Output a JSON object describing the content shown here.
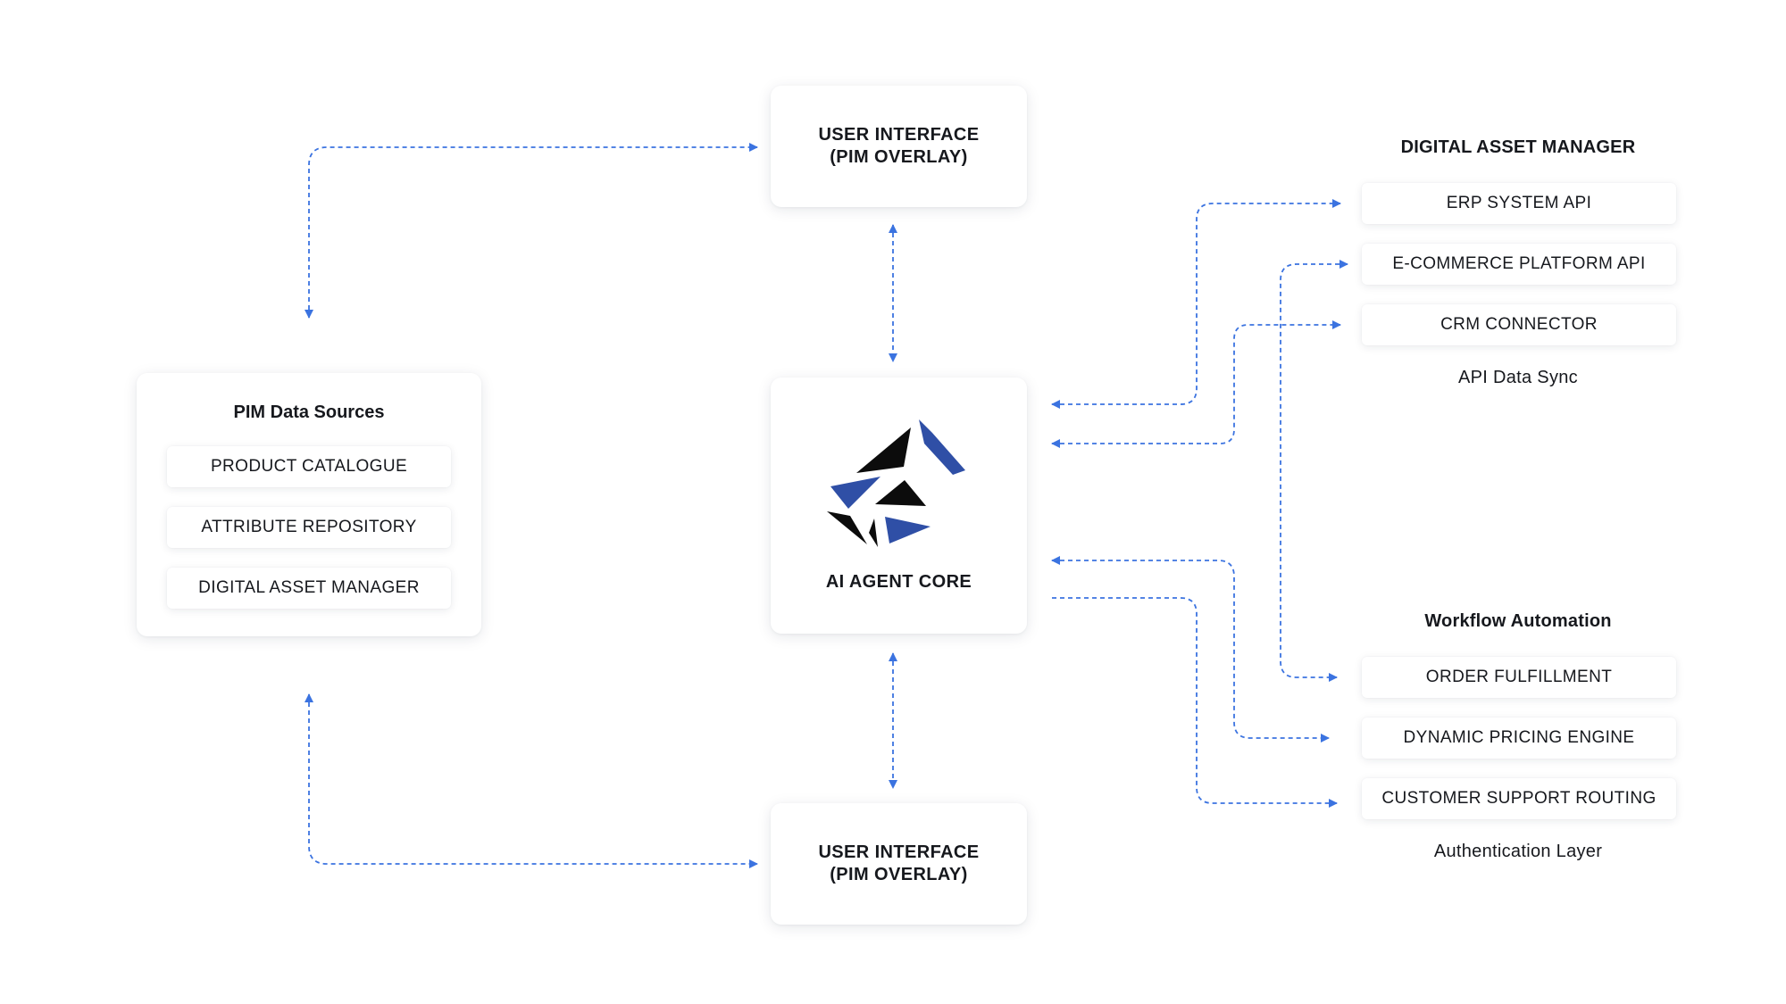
{
  "colors": {
    "connector": "#3b73e0",
    "brand_blue": "#2f4fa6",
    "brand_black": "#0c0c0c",
    "text": "#16181d"
  },
  "top_interface": {
    "line1": "USER INTERFACE",
    "line2": "(PIM OVERLAY)"
  },
  "bottom_interface": {
    "line1": "USER INTERFACE",
    "line2": "(PIM OVERLAY)"
  },
  "core": {
    "label": "AI AGENT CORE",
    "logo_icon": "shard-logo-icon"
  },
  "pim_sources": {
    "title": "PIM Data Sources",
    "items": [
      "PRODUCT CATALOGUE",
      "ATTRIBUTE REPOSITORY",
      "DIGITAL ASSET MANAGER"
    ]
  },
  "asset_manager": {
    "title": "DIGITAL ASSET MANAGER",
    "items": [
      "ERP SYSTEM API",
      "E-COMMERCE PLATFORM API",
      "CRM CONNECTOR"
    ],
    "caption": "API Data Sync"
  },
  "workflow": {
    "title": "Workflow Automation",
    "items": [
      "ORDER FULFILLMENT",
      "DYNAMIC PRICING ENGINE",
      "CUSTOMER SUPPORT ROUTING"
    ],
    "caption": "Authentication Layer"
  }
}
